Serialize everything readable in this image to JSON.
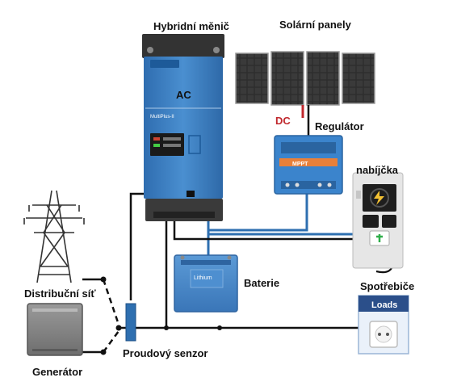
{
  "labels": {
    "inverter": "Hybridní měnič",
    "panels": "Solární panely",
    "ac": "AC",
    "dc": "DC",
    "regulator": "Regulátor",
    "charger": "nabíjčka",
    "battery": "Baterie",
    "grid": "Distribuční síť",
    "generator": "Generátor",
    "loads_title": "Spotřebiče",
    "loads_badge": "Loads",
    "sensor": "Proudový senzor"
  },
  "devices": {
    "inverter_model": "MultiPlus-II",
    "regulator_model": "MPPT",
    "battery_model": "Lithium"
  },
  "colors": {
    "inverter_blue": "#3b7fc4",
    "cable_blue": "#2e6fb0",
    "cable_black": "#111111",
    "dc_red": "#c0282d",
    "panel_dark": "#2a2a2a",
    "loads_header": "#2b4f8a"
  }
}
